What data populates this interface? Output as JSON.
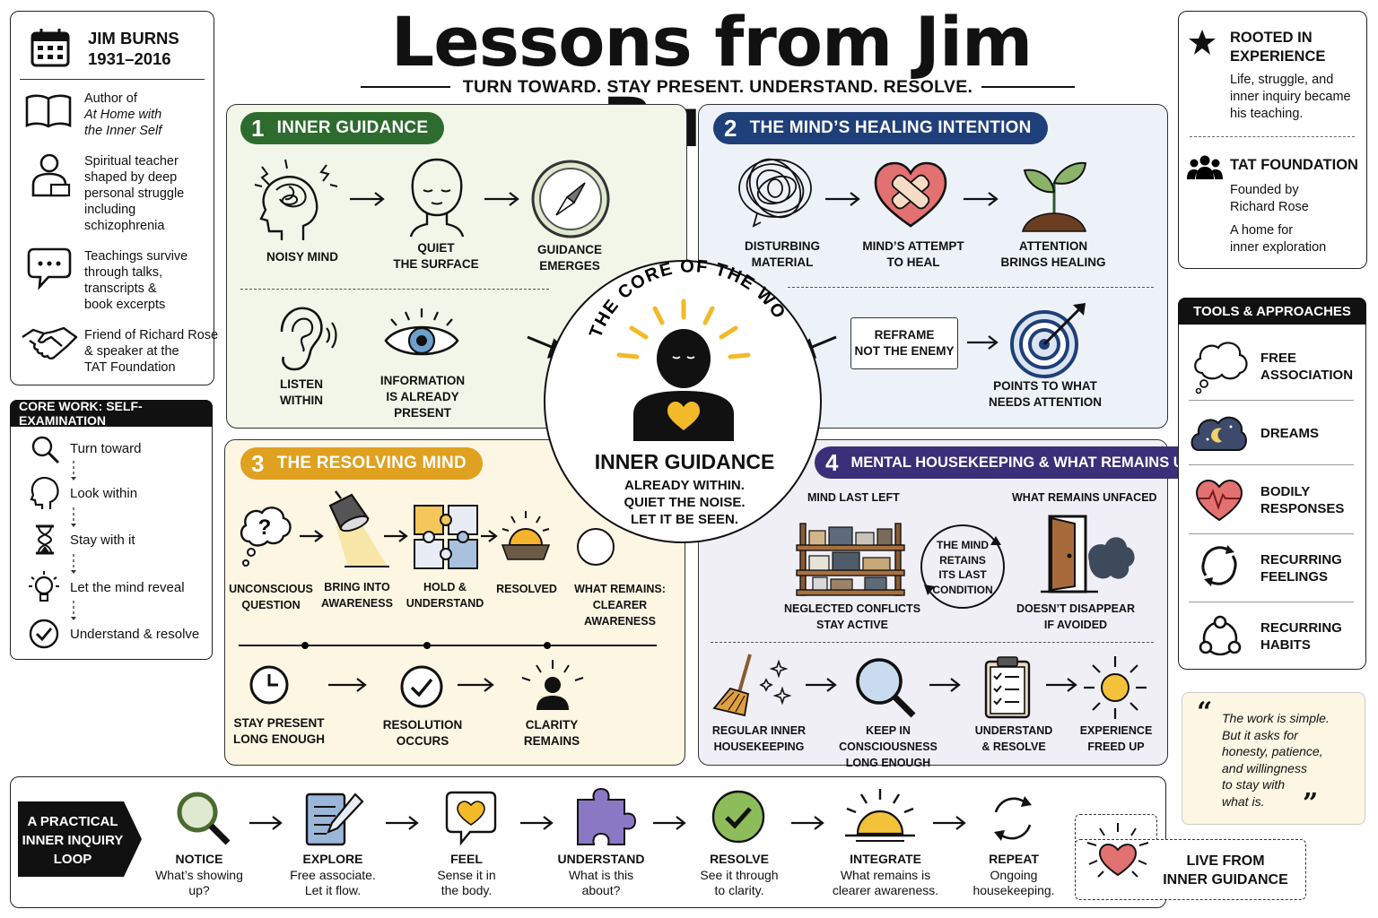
{
  "title": "Lessons from Jim Burns",
  "subtitle": "TURN TOWARD. STAY PRESENT. UNDERSTAND. RESOLVE.",
  "bio": {
    "name": "JIM BURNS",
    "years": "1931–2016",
    "items": [
      {
        "icon": "book-icon",
        "lines": [
          "Author of"
        ],
        "italic": [
          "At Home with",
          "the Inner Self"
        ]
      },
      {
        "icon": "person-icon",
        "lines": [
          "Spiritual teacher",
          "shaped by deep",
          "personal struggle",
          "including",
          "schizophrenia"
        ]
      },
      {
        "icon": "speech-bubble-icon",
        "lines": [
          "Teachings survive",
          "through talks,",
          "transcripts &",
          "book excerpts"
        ]
      },
      {
        "icon": "handshake-icon",
        "lines": [
          "Friend of Richard Rose",
          "& speaker at the",
          "TAT Foundation"
        ]
      }
    ]
  },
  "core_work": {
    "header": "CORE WORK: SELF-EXAMINATION",
    "steps": [
      "Turn toward",
      "Look within",
      "Stay with it",
      "Let the mind reveal",
      "Understand & resolve"
    ]
  },
  "s1": {
    "num": "1",
    "title": "INNER GUIDANCE",
    "row1": [
      [
        "NOISY MIND"
      ],
      [
        "QUIET",
        "THE SURFACE"
      ],
      [
        "GUIDANCE",
        "EMERGES"
      ]
    ],
    "row2": [
      [
        "LISTEN",
        "WITHIN"
      ],
      [
        "INFORMATION",
        "IS ALREADY",
        "PRESENT"
      ]
    ]
  },
  "s2": {
    "num": "2",
    "title": "THE MIND’S HEALING INTENTION",
    "row1": [
      [
        "DISTURBING",
        "MATERIAL"
      ],
      [
        "MIND’S ATTEMPT",
        "TO HEAL"
      ],
      [
        "ATTENTION",
        "BRINGS HEALING"
      ]
    ],
    "reframe": [
      "REFRAME",
      "NOT THE ENEMY"
    ],
    "points": [
      "POINTS TO WHAT",
      "NEEDS ATTENTION"
    ]
  },
  "s3": {
    "num": "3",
    "title": "THE RESOLVING MIND",
    "row1": [
      [
        "UNCONSCIOUS",
        "QUESTION"
      ],
      [
        "BRING INTO",
        "AWARENESS"
      ],
      [
        "HOLD &",
        "UNDERSTAND"
      ],
      [
        "RESOLVED"
      ],
      [
        "WHAT REMAINS:",
        "CLEARER",
        "AWARENESS"
      ]
    ],
    "row2": [
      [
        "STAY PRESENT",
        "LONG ENOUGH"
      ],
      [
        "RESOLUTION",
        "OCCURS"
      ],
      [
        "CLARITY",
        "REMAINS"
      ]
    ]
  },
  "s4": {
    "num": "4",
    "title": "MENTAL HOUSEKEEPING & WHAT REMAINS UNFACED",
    "left_head": "MIND LAST LEFT",
    "right_head": "WHAT REMAINS UNFACED",
    "left_cap": [
      "NEGLECTED CONFLICTS",
      "STAY ACTIVE"
    ],
    "cycle": [
      "THE MIND",
      "RETAINS",
      "ITS LAST",
      "CONDITION"
    ],
    "right_cap": [
      "DOESN’T DISAPPEAR",
      "IF AVOIDED"
    ],
    "row2": [
      [
        "REGULAR INNER",
        "HOUSEKEEPING"
      ],
      [
        "KEEP IN CONSCIOUSNESS",
        "LONG ENOUGH"
      ],
      [
        "UNDERSTAND",
        "& RESOLVE"
      ],
      [
        "EXPERIENCE",
        "FREED UP"
      ]
    ]
  },
  "center": {
    "arc": "THE CORE OF THE WORK",
    "title": "INNER GUIDANCE",
    "lines": [
      "ALREADY WITHIN.",
      "QUIET THE NOISE.",
      "LET IT BE SEEN."
    ]
  },
  "rooted": {
    "title": [
      "ROOTED IN",
      "EXPERIENCE"
    ],
    "text": [
      "Life, struggle, and",
      "inner inquiry became",
      "his teaching."
    ],
    "tat_title": "TAT FOUNDATION",
    "tat_text1": [
      "Founded by",
      "Richard Rose"
    ],
    "tat_text2": [
      "A home for",
      "inner exploration"
    ]
  },
  "tools": {
    "header": "TOOLS & APPROACHES",
    "items": [
      [
        "FREE",
        "ASSOCIATION"
      ],
      [
        "DREAMS"
      ],
      [
        "BODILY",
        "RESPONSES"
      ],
      [
        "RECURRING",
        "FEELINGS"
      ],
      [
        "RECURRING",
        "HABITS"
      ]
    ]
  },
  "quote": [
    "The work is simple.",
    "But it asks for",
    "honesty, patience,",
    "and willingness",
    "to stay with",
    "what is."
  ],
  "loop": {
    "tag": [
      "A PRACTICAL",
      "INNER INQUIRY",
      "LOOP"
    ],
    "steps": [
      {
        "t": "NOTICE",
        "d": [
          "What’s showing",
          "up?"
        ]
      },
      {
        "t": "EXPLORE",
        "d": [
          "Free associate.",
          "Let it flow."
        ]
      },
      {
        "t": "FEEL",
        "d": [
          "Sense it in",
          "the body."
        ]
      },
      {
        "t": "UNDERSTAND",
        "d": [
          "What is this",
          "about?"
        ]
      },
      {
        "t": "RESOLVE",
        "d": [
          "See it through",
          "to clarity."
        ]
      },
      {
        "t": "INTEGRATE",
        "d": [
          "What remains is",
          "clearer awareness."
        ]
      },
      {
        "t": "REPEAT",
        "d": [
          "Ongoing",
          "housekeeping."
        ]
      }
    ],
    "final": [
      "LIVE FROM",
      "INNER GUIDANCE"
    ]
  },
  "colors": {
    "green": "#2e6b2e",
    "blue": "#1f3f7a",
    "orange": "#e0a020",
    "purple": "#3b2f7a",
    "green_bg": "#f1f6e8",
    "blue_bg": "#edf2f8",
    "yellow_bg": "#fcf6e3",
    "purple_bg": "#f1eff6"
  }
}
